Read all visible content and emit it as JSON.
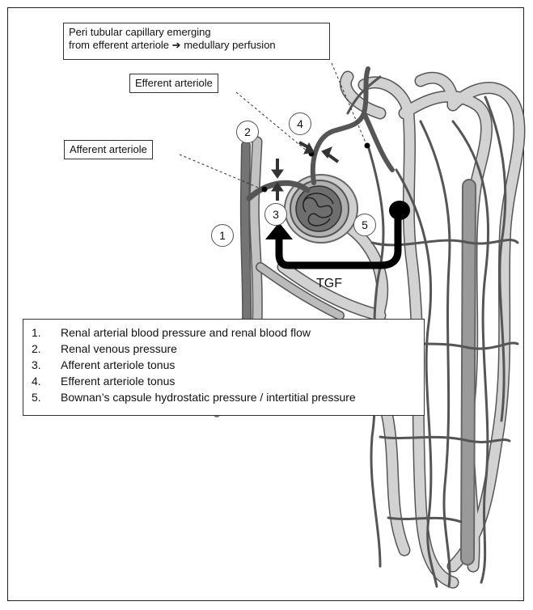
{
  "labels": {
    "peritubular_line1": "Peri tubular capillary emerging",
    "peritubular_line2": "from efferent arteriole",
    "peritubular_line2_end": "medullary perfusion",
    "arrow_glyph": "➔",
    "efferent": "Efferent arteriole",
    "afferent": "Afferent arteriole",
    "tgf": "TGF"
  },
  "markers": [
    "1",
    "2",
    "3",
    "4",
    "5"
  ],
  "legend": [
    {
      "num": "1.",
      "text": "Renal arterial blood pressure and renal blood flow"
    },
    {
      "num": "2.",
      "text": "Renal venous pressure"
    },
    {
      "num": "3.",
      "text": "Afferent arteriole tonus"
    },
    {
      "num": "4.",
      "text": "Efferent arteriole tonus"
    },
    {
      "num": "5.",
      "text": "Bownan’s capsule hydrostatic pressure / intertitial pressure"
    }
  ],
  "colors": {
    "vessel_dark": "#6a6a6a",
    "vessel_light": "#bdbdbd",
    "tubule_fill": "#d0d0d0",
    "outline": "#555555",
    "tgf_arrow": "#000000"
  }
}
